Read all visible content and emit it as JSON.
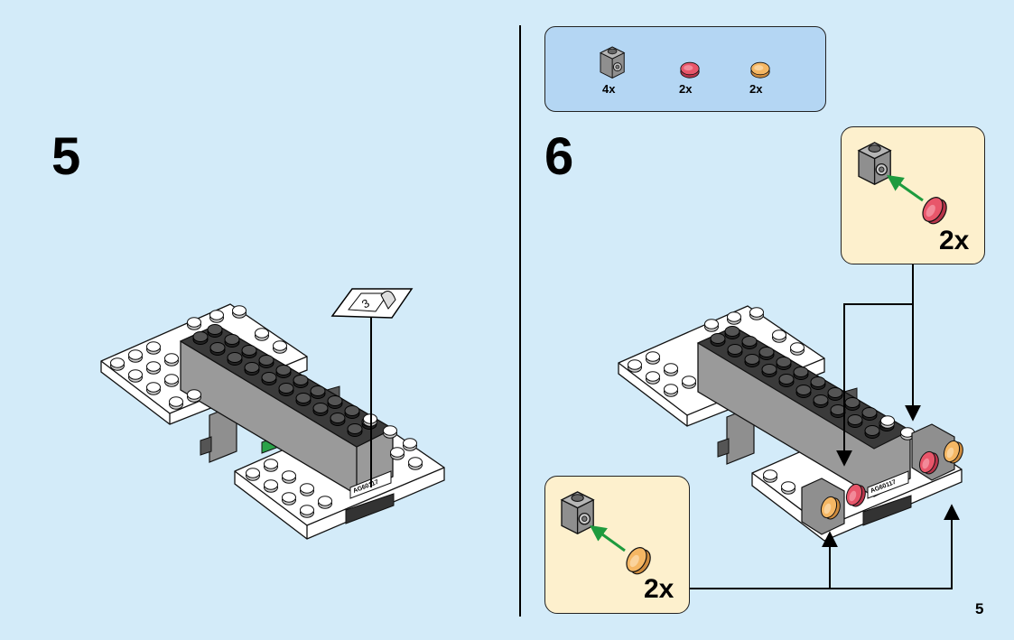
{
  "steps": [
    {
      "number": "5"
    },
    {
      "number": "6"
    }
  ],
  "parts_list": [
    {
      "icon": "grey-bracket-brick-icon",
      "quantity": "4x"
    },
    {
      "icon": "red-round-tile-icon",
      "quantity": "2x"
    },
    {
      "icon": "orange-round-tile-icon",
      "quantity": "2x"
    }
  ],
  "step5": {
    "flag_number": "3",
    "plate_label": "AG60117"
  },
  "step6": {
    "plate_label": "AG60117",
    "callout_red_qty": "2x",
    "callout_orange_qty": "2x"
  },
  "page_number": "5",
  "colors": {
    "background": "#d3ebf9",
    "parts_box": "#b4d6f3",
    "callout": "#fdf0cd",
    "grey_brick": "#9a9a9a",
    "dark_brick": "#3a3a3a",
    "green_accent": "#2aa24a",
    "red_tile": "#e8566a",
    "orange_tile": "#f5b764"
  }
}
